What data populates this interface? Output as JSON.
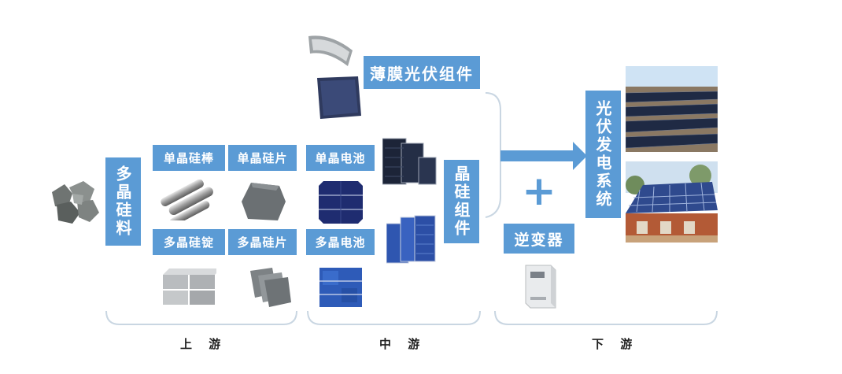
{
  "upstream": {
    "polysilicon": "多晶硅料",
    "mono_rod": "单晶硅棒",
    "mono_wafer": "单晶硅片",
    "poly_ingot": "多晶硅锭",
    "poly_wafer": "多晶硅片"
  },
  "midstream": {
    "thin_film": "薄膜光伏组件",
    "mono_cell": "单晶电池",
    "poly_cell": "多晶电池",
    "crystalline_module": "晶硅组件"
  },
  "downstream": {
    "plus": "+",
    "inverter": "逆变器",
    "pv_system": "光伏发电系统"
  },
  "stages": {
    "up": "上 游",
    "mid": "中 游",
    "down": "下 游"
  },
  "colors": {
    "box": "#5b9bd5",
    "arrow": "#5b9bd5",
    "bracket": "#c9d6e2"
  }
}
